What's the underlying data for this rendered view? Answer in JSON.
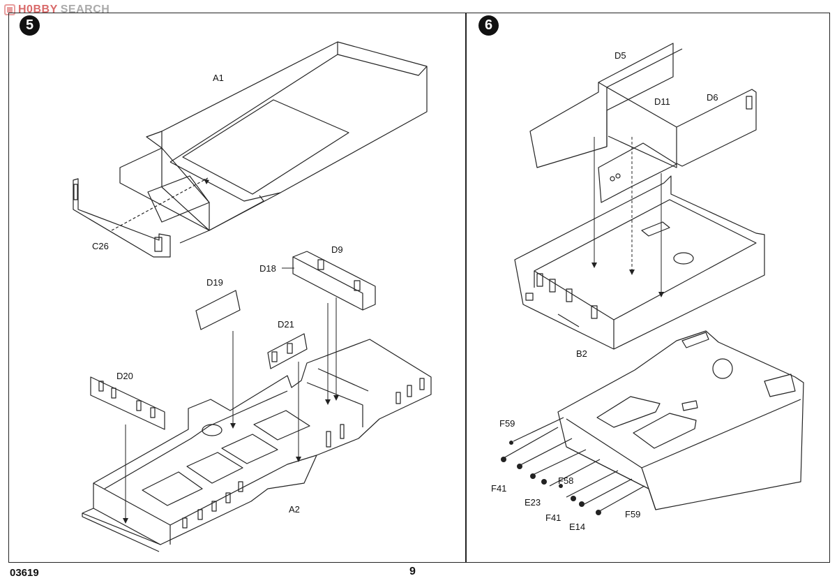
{
  "watermark": {
    "brand_a": "H0BBY",
    "brand_b": "SEARCH"
  },
  "steps": {
    "step5": "5",
    "step6": "6"
  },
  "parts": {
    "A1": "A1",
    "C26": "C26",
    "D9": "D9",
    "D18": "D18",
    "D19": "D19",
    "D21": "D21",
    "D20": "D20",
    "A2": "A2",
    "D5": "D5",
    "D11": "D11",
    "D6": "D6",
    "B2": "B2",
    "F59_top": "F59",
    "F41_left": "F41",
    "E23": "E23",
    "F58": "F58",
    "F41_bottom": "F41",
    "E14": "E14",
    "F59_bottom": "F59"
  },
  "footer": {
    "code": "03619",
    "page": "9"
  }
}
